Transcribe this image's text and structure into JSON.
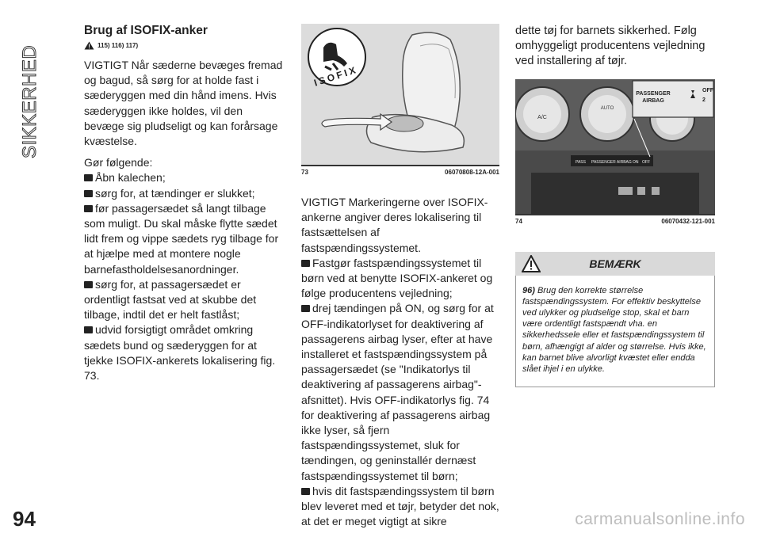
{
  "side_title": "SIKKERHED",
  "page_number": "94",
  "col1": {
    "heading": "Brug af ISOFIX-anker",
    "warning_refs": "115) 116) 117)",
    "para1": "VIGTIGT Når sæderne bevæges fremad og bagud, så sørg for at holde fast i sæderyggen med din hånd imens. Hvis sæderyggen ikke holdes, vil den bevæge sig pludseligt og kan forårsage kvæstelse.",
    "intro": "Gør følgende:",
    "bullets": [
      "Åbn kalechen;",
      "sørg for, at tændinger er slukket;",
      "før passagersædet så langt tilbage som muligt. Du skal måske flytte sædet lidt frem og vippe sædets ryg tilbage for at hjælpe med at montere nogle barnefastholdelsesanordninger.",
      "sørg for, at passagersædet er ordentligt fastsat ved at skubbe det tilbage, indtil det er helt fastlåst;",
      "udvid forsigtigt området omkring sædets bund og sæderyggen for at tjekke ISOFIX-ankerets lokalisering fig. 73."
    ]
  },
  "fig73": {
    "number": "73",
    "code": "06070808-12A-001",
    "badge_text": "ISOFIX"
  },
  "col2": {
    "para1": "VIGTIGT Markeringerne over ISOFIX-ankerne angiver deres lokalisering til fastsættelsen af fastspændingssystemet.",
    "bullets": [
      "Fastgør fastspændingssystemet til børn ved at benytte ISOFIX-ankeret og følge producentens vejledning;",
      "drej tændingen på ON, og sørg for at OFF-indikatorlyset for deaktivering af passagerens airbag lyser, efter at have installeret et fastspændingssystem på passagersædet (se \"Indikatorlys til deaktivering af passagerens airbag\"-afsnittet). Hvis OFF-indikatorlys fig. 74 for deaktivering af passagerens airbag ikke lyser, så fjern fastspændingssystemet, sluk for tændingen, og geninstallér dernæst fastspændingssystemet til børn;",
      "hvis dit fastspændingssystem til børn blev leveret med et tøjr, betyder det nok, at det er meget vigtigt at sikre"
    ]
  },
  "col3": {
    "continuation": "dette tøj for barnets sikkerhed. Følg omhyggeligt producentens vejledning ved installering af tøjr."
  },
  "fig74": {
    "number": "74",
    "code": "06070432-121-001",
    "inset_line1": "PASSENGER",
    "inset_line2": "AIRBAG",
    "inset_off": "OFF",
    "inset_num": "2",
    "panel_text1": "PASS",
    "panel_text2": "PASSENGER AIRBAG",
    "panel_text3": "ON",
    "panel_text4": "OFF",
    "knob_text1": "AUTO",
    "knob_text2": "A/C"
  },
  "note": {
    "title": "BEMÆRK",
    "ref": "96)",
    "text": "Brug den korrekte størrelse fastspændingssystem. For effektiv beskyttelse ved ulykker og pludselige stop, skal et barn være ordentligt fastspændt vha. en sikkerhedssele eller et fastspændingssystem til børn, afhængigt af alder og størrelse. Hvis ikke, kan barnet blive alvorligt kvæstet eller endda slået ihjel i en ulykke."
  },
  "watermark": "carmanualsonline.info",
  "colors": {
    "text": "#222222",
    "figure_bg": "#d8d8d8",
    "note_header": "#d9d9d9",
    "watermark": "#bdbdbd"
  }
}
